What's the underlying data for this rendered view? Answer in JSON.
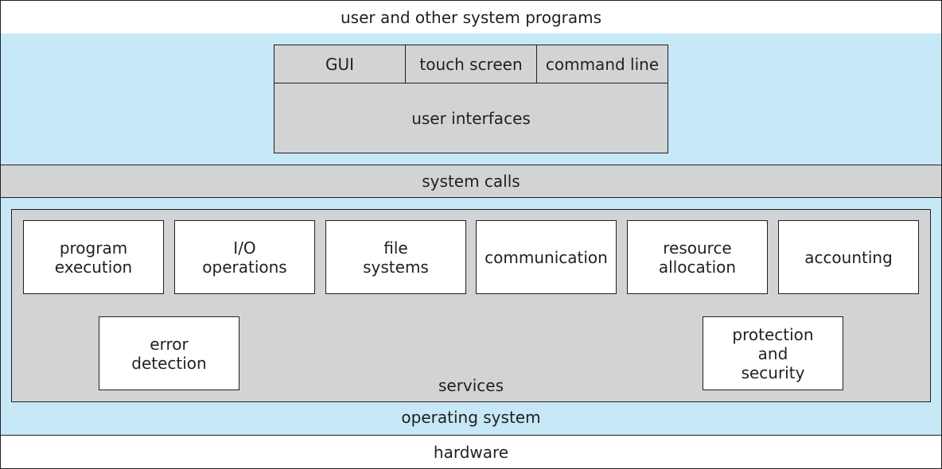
{
  "layers": {
    "user_programs": "user and other system programs",
    "operating_system": "operating system",
    "system_calls": "system calls",
    "hardware": "hardware"
  },
  "user_interfaces": {
    "label": "user interfaces",
    "items": [
      "GUI",
      "touch screen",
      "command line"
    ]
  },
  "services": {
    "label": "services",
    "items": [
      "program\nexecution",
      "I/O\noperations",
      "file\nsystems",
      "communication",
      "resource\nallocation",
      "accounting",
      "error\ndetection",
      "protection\nand\nsecurity"
    ]
  },
  "colors": {
    "os_background": "#c6e8f7",
    "panel_gray": "#d2d3d5",
    "outline": "#231f20"
  }
}
